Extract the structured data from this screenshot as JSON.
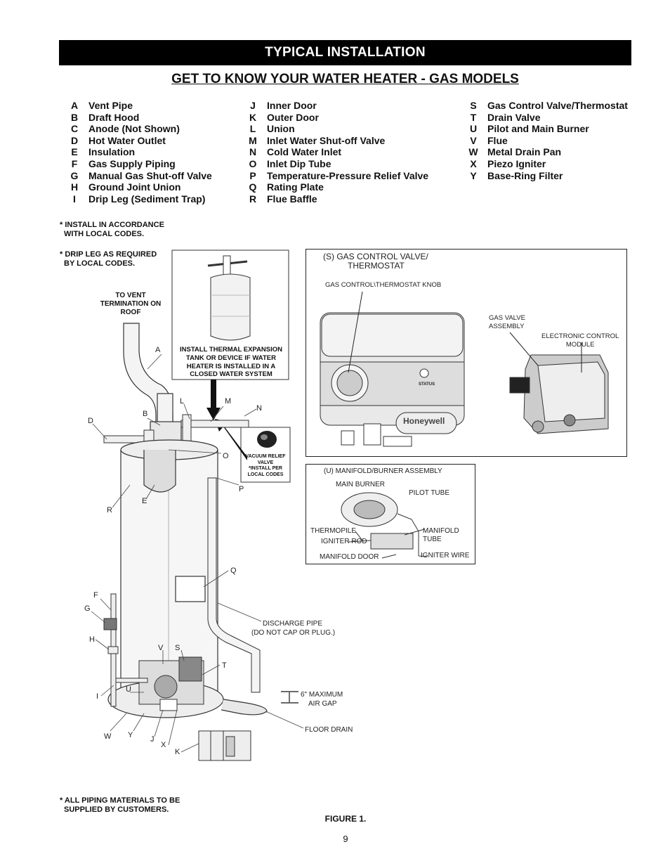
{
  "header": {
    "banner": "TYPICAL INSTALLATION",
    "subtitle": "GET TO KNOW YOUR WATER HEATER - GAS MODELS"
  },
  "legend": {
    "col1": [
      {
        "letter": "A",
        "label": "Vent Pipe"
      },
      {
        "letter": "B",
        "label": "Draft Hood"
      },
      {
        "letter": "C",
        "label": "Anode (Not Shown)"
      },
      {
        "letter": "D",
        "label": "Hot Water Outlet"
      },
      {
        "letter": "E",
        "label": "Insulation"
      },
      {
        "letter": "F",
        "label": "Gas Supply Piping"
      },
      {
        "letter": "G",
        "label": "Manual Gas Shut-off Valve"
      },
      {
        "letter": "H",
        "label": "Ground Joint Union"
      },
      {
        "letter": "I",
        "label": "Drip Leg (Sediment Trap)"
      }
    ],
    "col2": [
      {
        "letter": "J",
        "label": "Inner Door"
      },
      {
        "letter": "K",
        "label": "Outer Door"
      },
      {
        "letter": "L",
        "label": "Union"
      },
      {
        "letter": "M",
        "label": "Inlet Water Shut-off Valve"
      },
      {
        "letter": "N",
        "label": "Cold Water Inlet"
      },
      {
        "letter": "O",
        "label": "Inlet Dip Tube"
      },
      {
        "letter": "P",
        "label": "Temperature-Pressure Relief Valve"
      },
      {
        "letter": "Q",
        "label": "Rating Plate"
      },
      {
        "letter": "R",
        "label": "Flue Baffle"
      }
    ],
    "col3": [
      {
        "letter": "S",
        "label": "Gas Control Valve/Thermostat"
      },
      {
        "letter": "T",
        "label": "Drain Valve"
      },
      {
        "letter": "U",
        "label": "Pilot and Main Burner"
      },
      {
        "letter": "V",
        "label": "Flue"
      },
      {
        "letter": "W",
        "label": "Metal Drain Pan"
      },
      {
        "letter": "X",
        "label": "Piezo Igniter"
      },
      {
        "letter": "Y",
        "label": "Base-Ring Filter"
      }
    ]
  },
  "notes": {
    "install_line1": "* INSTALL IN ACCORDANCE",
    "install_line2": "WITH LOCAL CODES.",
    "drip_line1": "* DRIP LEG AS REQUIRED",
    "drip_line2": "BY LOCAL CODES.",
    "piping_line1": "* ALL PIPING MATERIALS TO BE",
    "piping_line2": "SUPPLIED BY CUSTOMERS."
  },
  "diagram": {
    "vent_l1": "TO VENT",
    "vent_l2": "TERMINATION ON",
    "vent_l3": "ROOF",
    "exp_l1": "INSTALL THERMAL EXPANSION",
    "exp_l2": "TANK OR DEVICE IF WATER",
    "exp_l3": "HEATER IS INSTALLED IN A",
    "exp_l4": "CLOSED WATER SYSTEM",
    "vac_l1": "VACUUM RELIEF",
    "vac_l2": "VALVE",
    "vac_l3": "*INSTALL PER",
    "vac_l4": "LOCAL CODES",
    "discharge_l1": "DISCHARGE PIPE",
    "discharge_l2": "(DO NOT CAP OR PLUG.)",
    "airgap_l1": "6\" MAXIMUM",
    "airgap_l2": "AIR GAP",
    "floor_drain": "FLOOR DRAIN",
    "letters": {
      "A": "A",
      "B": "B",
      "D": "D",
      "E": "E",
      "F": "F",
      "G": "G",
      "H": "H",
      "I": "I",
      "J": "J",
      "K": "K",
      "L": "L",
      "M": "M",
      "N": "N",
      "O": "O",
      "P": "P",
      "Q": "Q",
      "R": "R",
      "S": "S",
      "T": "T",
      "U": "U",
      "V": "V",
      "W": "W",
      "X": "X",
      "Y": "Y"
    }
  },
  "gas_control_box": {
    "title_l1": "(S) GAS CONTROL VALVE/",
    "title_l2": "THERMOSTAT",
    "knob": "GAS CONTROL\\THERMOSTAT KNOB",
    "valve_l1": "GAS VALVE",
    "valve_l2": "ASSEMBLY",
    "ecm_l1": "ELECTRONIC CONTROL",
    "ecm_l2": "MODULE",
    "brand": "Honeywell",
    "status": "STATUS"
  },
  "burner_box": {
    "title": "(U) MANIFOLD/BURNER ASSEMBLY",
    "main_burner": "MAIN BURNER",
    "pilot_tube": "PILOT TUBE",
    "thermopile": "THERMOPILE",
    "igniter_rod": "IGNITER ROD",
    "manifold_l1": "MANIFOLD",
    "manifold_l2": "TUBE",
    "manifold_door": "MANIFOLD DOOR",
    "igniter_wire": "IGNITER WIRE"
  },
  "footer": {
    "figure": "FIGURE 1.",
    "page": "9"
  }
}
